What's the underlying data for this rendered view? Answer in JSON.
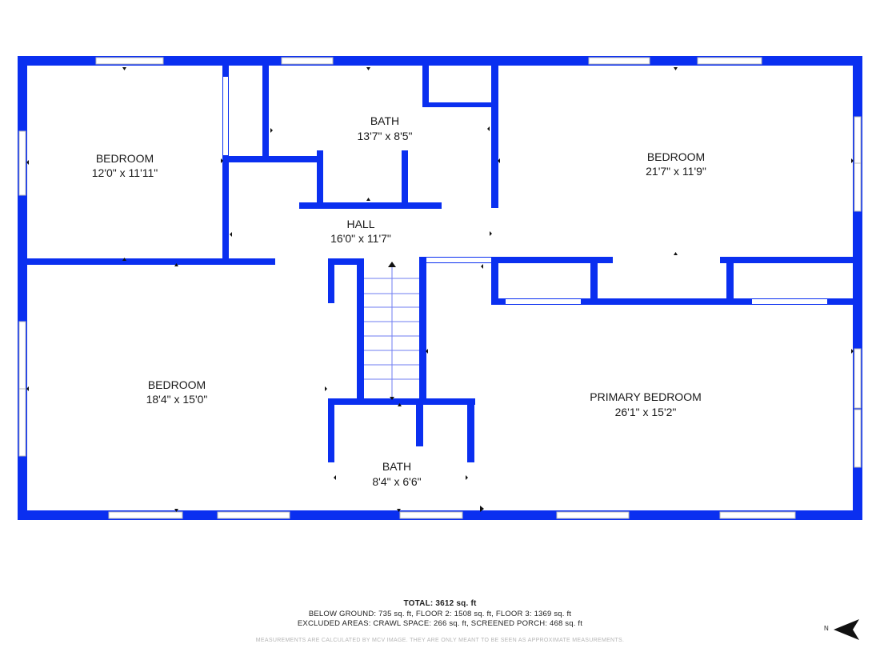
{
  "rooms": {
    "bedroom_nw": {
      "name": "BEDROOM",
      "dims": "12'0\" x 11'11\""
    },
    "bath_upper": {
      "name": "BATH",
      "dims": "13'7\" x 8'5\""
    },
    "bedroom_ne": {
      "name": "BEDROOM",
      "dims": "21'7\" x 11'9\""
    },
    "hall": {
      "name": "HALL",
      "dims": "16'0\" x 11'7\""
    },
    "bedroom_sw": {
      "name": "BEDROOM",
      "dims": "18'4\" x 15'0\""
    },
    "primary_bedroom": {
      "name": "PRIMARY BEDROOM",
      "dims": "26'1\" x 15'2\""
    },
    "bath_lower": {
      "name": "BATH",
      "dims": "8'4\" x 6'6\""
    }
  },
  "summary": {
    "total": "TOTAL: 3612 sq. ft",
    "floors": "BELOW GROUND: 735 sq. ft, FLOOR 2: 1508 sq. ft, FLOOR 3: 1369 sq. ft",
    "excluded": "EXCLUDED AREAS: CRAWL SPACE: 266 sq. ft, SCREENED PORCH: 468 sq. ft",
    "disclaimer": "MEASUREMENTS ARE CALCULATED BY MCV IMAGE. THEY ARE ONLY MEANT TO BE SEEN AS APPROXIMATE MEASUREMENTS."
  },
  "compass": {
    "letter": "N",
    "icon": "north-arrow-icon"
  },
  "colors": {
    "wall": "#0a2ff0"
  }
}
